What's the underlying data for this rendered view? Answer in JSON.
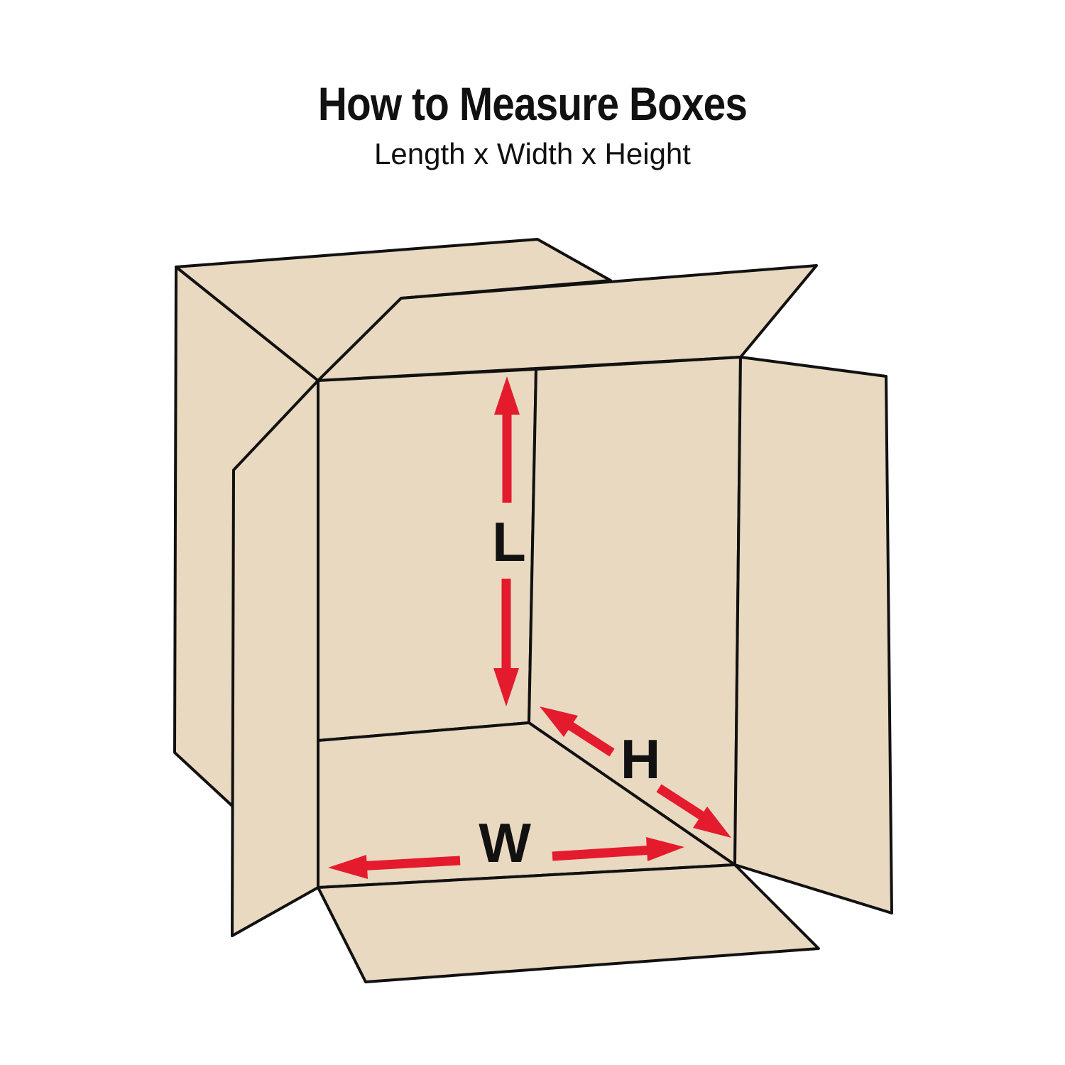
{
  "header": {
    "title": "How to Measure Boxes",
    "subtitle": "Length x Width x Height"
  },
  "dimensions": {
    "length_label": "L",
    "width_label": "W",
    "height_label": "H"
  },
  "colors": {
    "box_fill": "#e9d9c1",
    "outline": "#111111",
    "arrow": "#e31b2d",
    "text": "#111111",
    "background": "#ffffff"
  }
}
